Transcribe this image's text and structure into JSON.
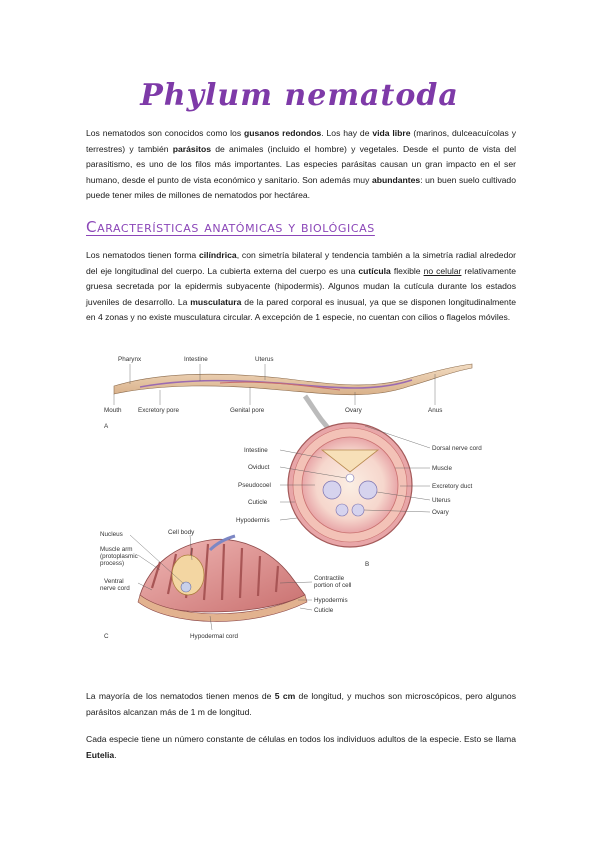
{
  "title": "Phylum nematoda",
  "intro": {
    "t1": "Los nematodos son conocidos como los ",
    "b1": "gusanos redondos",
    "t2": ". Los hay de ",
    "b2": "vida libre",
    "t3": " (marinos, dulceacuícolas y terrestres) y también ",
    "b3": "parásitos",
    "t4": " de animales (incluido el hombre) y vegetales. Desde el punto de vista del parasitismo, es uno de los filos más importantes. Las especies parásitas causan un gran impacto en el ser humano, desde el punto de vista económico y sanitario. Son además muy ",
    "b4": "abundantes",
    "t5": ": un buen suelo cultivado puede tener miles de millones de nematodos por hectárea."
  },
  "section_title": "Características anatómicas y biológicas",
  "characteristics": {
    "t1": "Los nematodos tienen forma ",
    "b1": "cilíndrica",
    "t2": ", con simetría bilateral y tendencia también a la simetría radial alrededor del eje longitudinal del cuerpo. La cubierta externa del cuerpo es una ",
    "b2": "cutícula",
    "t3": " flexible ",
    "u1": "no celular",
    "t4": " relativamente gruesa secretada por la epidermis subyacente (hipodermis). Algunos mudan la cutícula durante los estados juveniles de desarrollo. La ",
    "b3": "musculatura",
    "t5": " de la pared corporal es inusual, ya que se disponen longitudinalmente en 4 zonas y no existe musculatura circular. A excepción de 1 especie, no cuentan con cilios o flagelos móviles."
  },
  "figure": {
    "panel_a": {
      "letter": "A",
      "labels": {
        "pharynx": "Pharynx",
        "intestine": "Intestine",
        "uterus": "Uterus",
        "mouth": "Mouth",
        "excretory_pore": "Excretory pore",
        "genital_pore": "Genital pore",
        "ovary": "Ovary",
        "anus": "Anus"
      }
    },
    "panel_b": {
      "letter": "B",
      "labels": {
        "intestine": "Intestine",
        "oviduct": "Oviduct",
        "pseudocoel": "Pseudocoel",
        "cuticle": "Cuticle",
        "hypodermis": "Hypodermis",
        "dorsal_nerve_cord": "Dorsal nerve cord",
        "muscle": "Muscle",
        "excretory_duct": "Excretory duct",
        "uterus": "Uterus",
        "ovary": "Ovary"
      }
    },
    "panel_c": {
      "letter": "C",
      "labels": {
        "nucleus": "Nucleus",
        "cell_body": "Cell body",
        "muscle_arm": "Muscle arm",
        "protoplasmic_1": "(protoplasmic",
        "protoplasmic_2": "process)",
        "ventral_1": "Ventral",
        "ventral_2": "nerve cord",
        "contractile_1": "Contractile",
        "contractile_2": "portion of cell",
        "hypodermis": "Hypodermis",
        "hypodermal_cord": "Hypodermal cord",
        "cuticle": "Cuticle"
      }
    }
  },
  "size": {
    "t1": "La mayoría de los nematodos tienen menos de ",
    "b1": "5 cm",
    "t2": " de longitud, y muchos son microscópicos, pero algunos parásitos alcanzan más de 1 m de longitud."
  },
  "eutelia": {
    "t1": "Cada especie tiene un número constante de células en todos los individuos adultos de la especie. Esto se llama ",
    "b1": "Eutelia",
    "t2": "."
  },
  "colors": {
    "title": "#7e3aa8",
    "section_title": "#8b46b8",
    "tissue_pink": "#e8a6a8",
    "tissue_dark": "#c9706f",
    "body_tan": "#e9c9a2"
  }
}
